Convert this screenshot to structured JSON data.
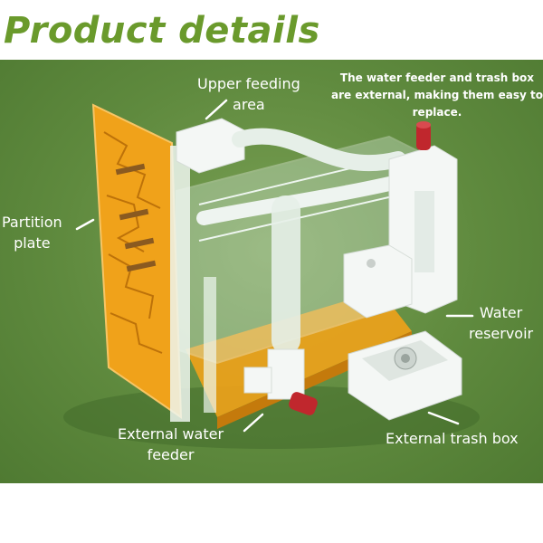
{
  "header": {
    "title": "Product details"
  },
  "note": {
    "line1": "The water feeder and trash box",
    "line2": "are external, making them easy to",
    "line3": "replace."
  },
  "labels": {
    "upper_feeding_line1": "Upper feeding",
    "upper_feeding_line2": "area",
    "partition_line1": "Partition",
    "partition_line2": "plate",
    "water_reservoir_line1": "Water",
    "water_reservoir_line2": "reservoir",
    "external_water_line1": "External water",
    "external_water_line2": "feeder",
    "external_trash": "External trash box"
  },
  "colors": {
    "title": "#6a9a2c",
    "background": "#5f8a3e",
    "partition_orange": "#f0a21a",
    "cap_red": "#c0272d",
    "acrylic": "#e8f0ea"
  }
}
